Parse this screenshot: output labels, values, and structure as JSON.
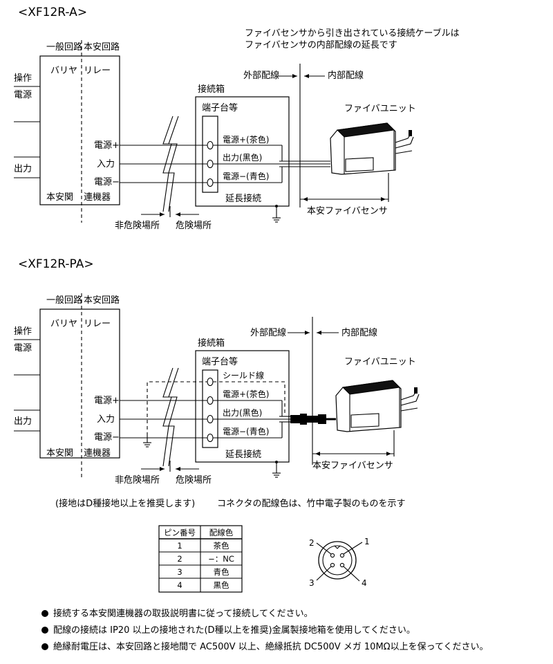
{
  "diagram_a": {
    "title": "<XF12R-A>",
    "note_line1": "ファイバセンサから引き出されている接続ケーブルは",
    "note_line2": "ファイバセンサの内部配線の延長です",
    "general_circuit": "一般回路",
    "safe_circuit": "本安回路",
    "barrier": "バリヤ",
    "relay": "リレー",
    "op_power1": "操作",
    "op_power2": "電源",
    "output": "出力",
    "power_plus": "電源+",
    "input": "入力",
    "power_minus": "電源−",
    "related_equipment1": "本安関",
    "related_equipment2": "連機器",
    "non_hazardous": "非危険場所",
    "hazardous": "危険場所",
    "junction_box": "接続箱",
    "terminal_block": "端子台等",
    "t_power_plus": "電源+(茶色)",
    "t_output": "出力(黒色)",
    "t_power_minus": "電源−(青色)",
    "extension": "延長接続",
    "external_wiring": "外部配線",
    "internal_wiring": "内部配線",
    "fiber_unit": "ファイバユニット",
    "fiber_sensor": "本安ファイバセンサ"
  },
  "diagram_pa": {
    "title": "<XF12R-PA>",
    "general_circuit": "一般回路",
    "safe_circuit": "本安回路",
    "barrier": "バリヤ",
    "relay": "リレー",
    "op_power1": "操作",
    "op_power2": "電源",
    "output": "出力",
    "power_plus": "電源+",
    "input": "入力",
    "power_minus": "電源−",
    "related_equipment1": "本安関",
    "related_equipment2": "連機器",
    "non_hazardous": "非危険場所",
    "hazardous": "危険場所",
    "junction_box": "接続箱",
    "terminal_block": "端子台等",
    "t_shield": "シールド線",
    "t_power_plus": "電源+(茶色)",
    "t_output": "出力(黒色)",
    "t_power_minus": "電源−(青色)",
    "extension": "延長接続",
    "external_wiring": "外部配線",
    "internal_wiring": "内部配線",
    "fiber_unit": "ファイバユニット",
    "fiber_sensor": "本安ファイバセンサ",
    "ground_note": "(接地はD種接地以上を推奨します)",
    "connector_note": "コネクタの配線色は、竹中電子製のものを示す"
  },
  "pin_table": {
    "headers": [
      "ピン番号",
      "配線色"
    ],
    "rows": [
      [
        "1",
        "茶色"
      ],
      [
        "2",
        "−：NC"
      ],
      [
        "3",
        "青色"
      ],
      [
        "4",
        "黒色"
      ]
    ]
  },
  "connector": {
    "pins": [
      "1",
      "2",
      "3",
      "4"
    ]
  },
  "notes": [
    "接続する本安関連機器の取扱説明書に従って接続してください。",
    "配線の接続は IP20 以上の接地された(D種以上を推奨)金属製接地箱を使用してください。",
    "絶縁耐電圧は、本安回路と接地間で AC500V 以上、絶縁抵抗 DC500V メガ 10MΩ以上を保ってください。"
  ]
}
